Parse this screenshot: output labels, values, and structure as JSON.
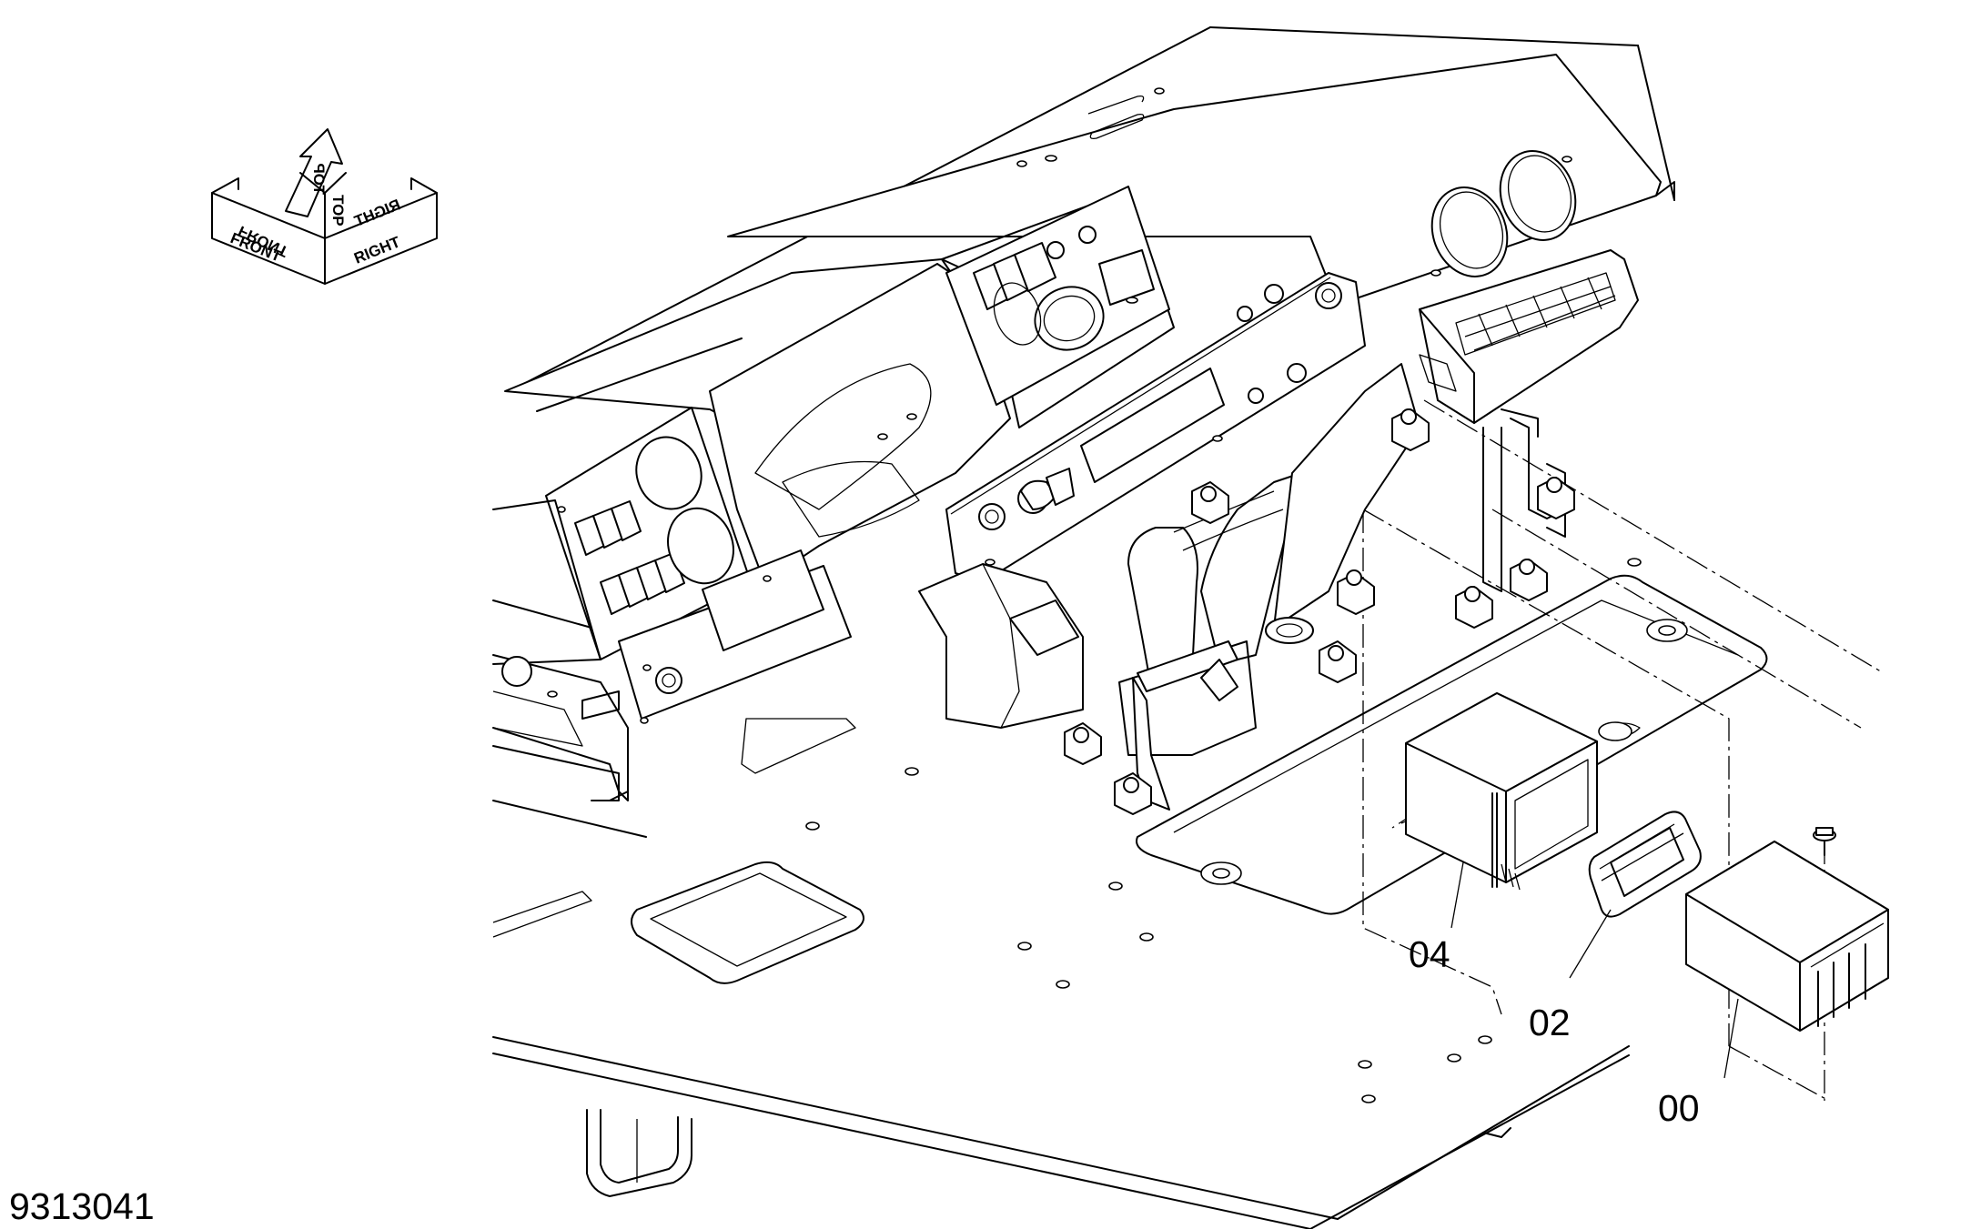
{
  "figure_number": "9313041",
  "orientation": {
    "front": "FRONT",
    "top": "TOP",
    "right": "RIGHT"
  },
  "callouts": [
    {
      "id": "04",
      "label": "04"
    },
    {
      "id": "02",
      "label": "02"
    },
    {
      "id": "00",
      "label": "00"
    }
  ]
}
